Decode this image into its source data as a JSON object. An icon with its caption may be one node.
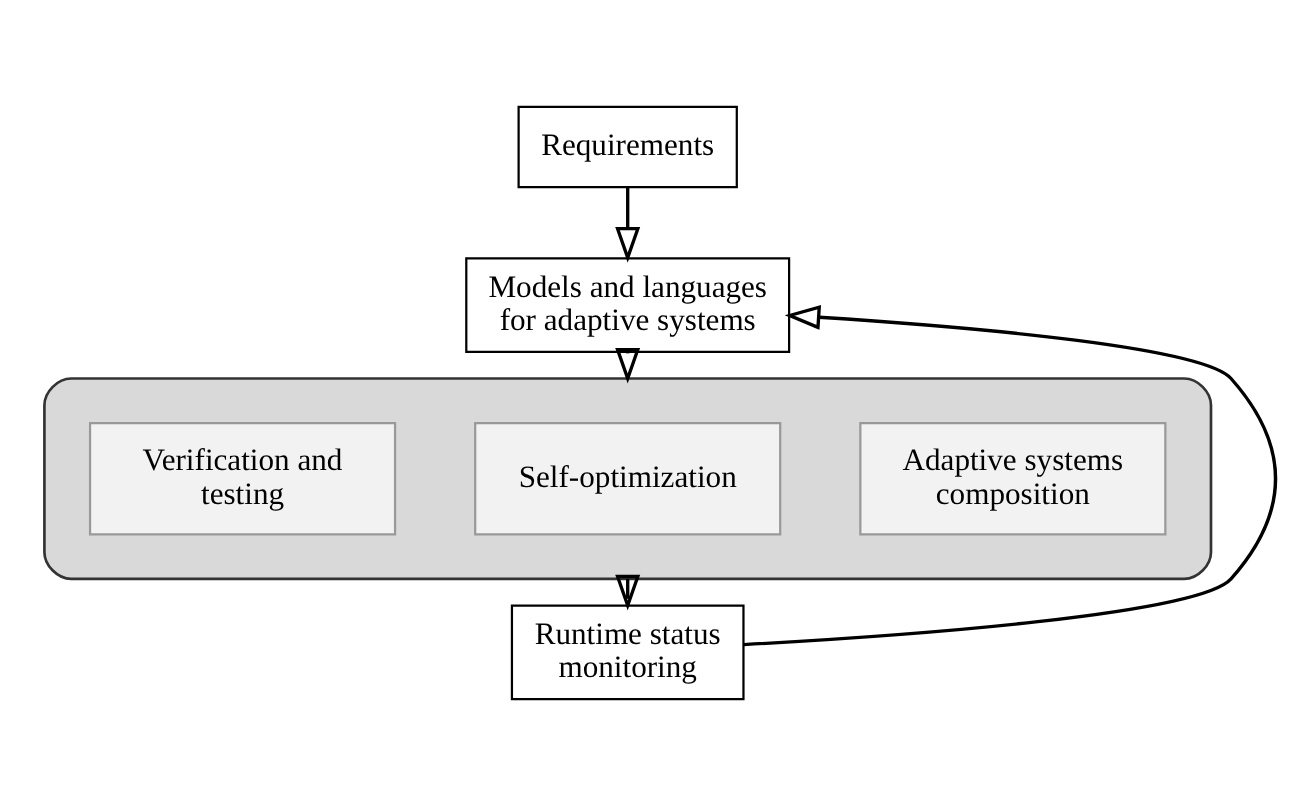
{
  "diagram": {
    "nodes": [
      {
        "text": [
          "Requirements"
        ]
      },
      {
        "text": [
          "Models and languages for adaptive systems"
        ]
      },
      {
        "text": [],
        "shape": "ellipse"
      },
      {
        "text": [
          "Adaptive systems composition"
        ],
        "in": 2
      },
      {
        "text": [
          "Self-optimization"
        ],
        "in": 2
      },
      {
        "text": [
          "Verification and testing"
        ],
        "in": 2
      },
      {
        "text": [
          "Runtime status monitoring"
        ]
      }
    ],
    "edges": [
      {
        "from": 0,
        "to": 1,
        "arrow": "to"
      },
      {
        "from": 1,
        "to": 2,
        "arrow": "to"
      },
      {
        "from": 2,
        "to": 6,
        "arrow": "to"
      },
      {
        "from": 6,
        "to": 1,
        "arrow": "to"
      }
    ]
  }
}
